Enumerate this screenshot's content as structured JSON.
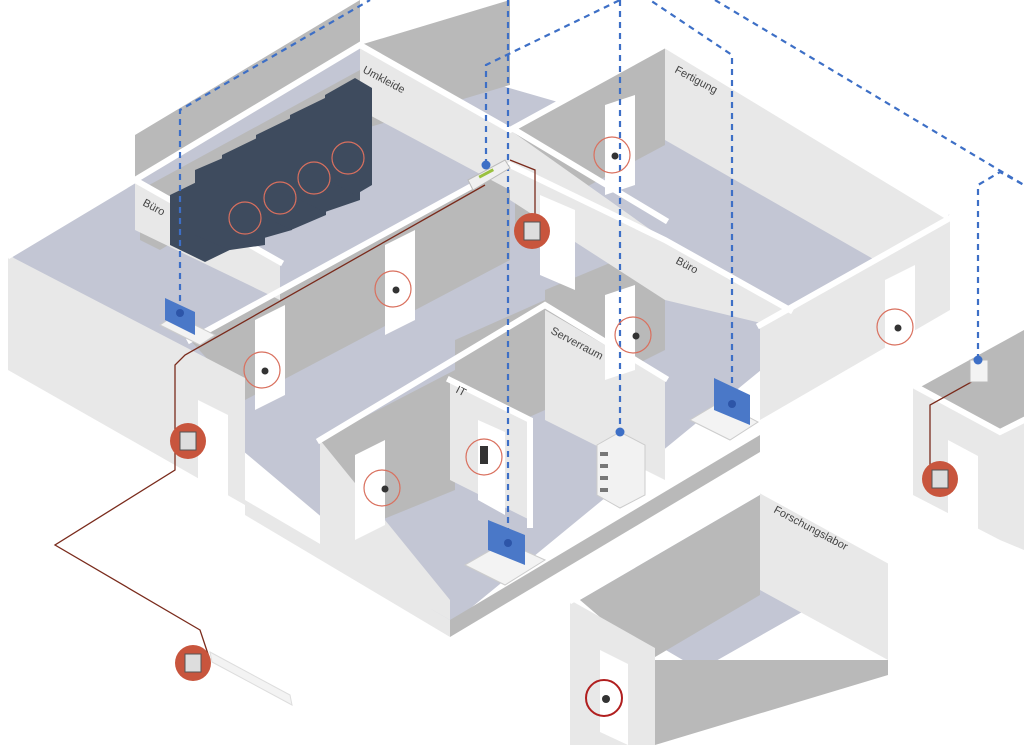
{
  "diagram": {
    "rooms": {
      "umkleide": "Umkleide",
      "fertigung": "Fertigung",
      "buero_left": "Büro",
      "buero_right": "Büro",
      "serverraum": "Serverraum",
      "it": "IT",
      "forschungslabor": "Forschungslabor"
    },
    "colors": {
      "network_line": "#3d6fc6",
      "cable": "#7a2b1c",
      "reader": "#c8553d",
      "floor": "#c3c6d4",
      "locker": "#3e4b5e"
    }
  }
}
